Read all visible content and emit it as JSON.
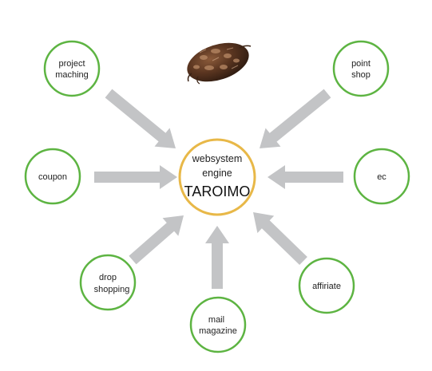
{
  "center": {
    "line1": "websystem",
    "line2": "engine",
    "line3": "TAROIMO"
  },
  "nodes": {
    "project_maching": {
      "line1": "project",
      "line2": "maching"
    },
    "point_shop": {
      "line1": "point",
      "line2": "shop"
    },
    "coupon": {
      "label": "coupon"
    },
    "ec": {
      "label": "ec"
    },
    "drop_shopping": {
      "line1": "drop",
      "line2": "shopping"
    },
    "mail_magazine": {
      "line1": "mail",
      "line2": "magazine"
    },
    "affiriate": {
      "label": "affiriate"
    }
  },
  "colors": {
    "node_border": "#5db442",
    "center_border": "#e8b848",
    "arrow": "#c3c4c6"
  },
  "image": {
    "name": "taro-root-illustration"
  }
}
